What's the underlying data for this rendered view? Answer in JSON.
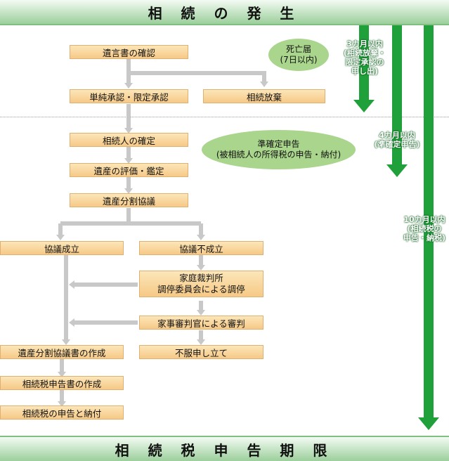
{
  "header": {
    "title": "相 続 の 発 生"
  },
  "footer": {
    "title": "相 続 税 申 告 期 限"
  },
  "steps": {
    "will_check": "遺言書の確認",
    "simple_acceptance": "単純承認・限定承認",
    "renunciation": "相続放棄",
    "heir_determination": "相続人の確定",
    "estate_valuation": "遺産の評価・鑑定",
    "division_consultation": "遺産分割協議",
    "agreement_reached": "協議成立",
    "agreement_failed": "協議不成立",
    "family_court_line1": "家庭裁判所",
    "family_court_line2": "調停委員会による調停",
    "family_judge": "家事審判官による審判",
    "objection": "不服申し立て",
    "division_document": "遺産分割協議書の作成",
    "tax_return_prep": "相続税申告書の作成",
    "tax_filing_payment": "相続税の申告と納付"
  },
  "notes": {
    "death_notice_line1": "死亡届",
    "death_notice_line2": "(7日以内)",
    "quasi_return_line1": "準確定申告",
    "quasi_return_line2": "(被相続人の所得税の申告・納付)"
  },
  "deadlines": {
    "three_months": [
      "3カ月以内",
      "(相続放棄・",
      "限定承認の",
      "申し出)"
    ],
    "four_months": [
      "4カ月以内",
      "(準確定申告)"
    ],
    "ten_months": [
      "10カ月以内",
      "(相続税の",
      "申告・納税)"
    ]
  },
  "colors": {
    "box_fill": "#f6c987",
    "connector": "#c8c8c8",
    "deadline_arrow": "#1fa03a",
    "note_fill": "#a9d58c",
    "banner": "#9ccf9c"
  }
}
